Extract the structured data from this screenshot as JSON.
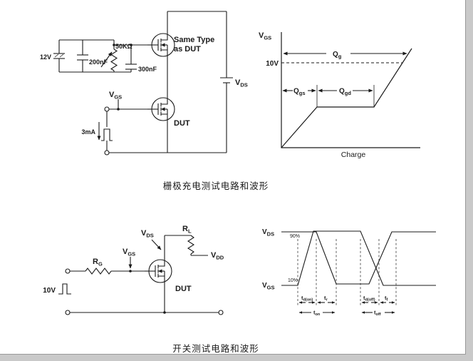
{
  "page": {
    "background": "#ffffff",
    "edge_color": "#c9c9c9",
    "line_color": "#1a1a1a"
  },
  "captions": {
    "gate_charge": "栅极充电测试电路和波形",
    "switching": "开关测试电路和波形"
  },
  "gc_circuit": {
    "supply_label": "12V",
    "cap1_label": "200nF",
    "pot_label": "50KΩ",
    "cap2_label": "300nF",
    "same_type_line1": "Same Type",
    "same_type_line2": "as DUT",
    "vgs_sym": "V",
    "vgs_sub": "GS",
    "dut_label": "DUT",
    "current_label": "3mA",
    "vds_sym": "V",
    "vds_sub": "DS"
  },
  "gc_waveform": {
    "ylabel_sym": "V",
    "ylabel_sub": "GS",
    "level_label": "10V",
    "qg_sym": "Q",
    "qg_sub": "g",
    "qgs_sym": "Q",
    "qgs_sub": "gs",
    "qgd_sym": "Q",
    "qgd_sub": "gd",
    "xlabel": "Charge"
  },
  "sw_circuit": {
    "rg_sym": "R",
    "rg_sub": "G",
    "vgs_sym": "V",
    "vgs_sub": "GS",
    "vds_sym": "V",
    "vds_sub": "DS",
    "rl_sym": "R",
    "rl_sub": "L",
    "vdd_sym": "V",
    "vdd_sub": "DD",
    "dut_label": "DUT",
    "pulse_label": "10V"
  },
  "sw_waveform": {
    "vds_sym": "V",
    "vds_sub": "DS",
    "vgs_sym": "V",
    "vgs_sub": "GS",
    "p90": "90%",
    "p10": "10%",
    "tdon_sym": "t",
    "tdon_sub": "d(on)",
    "tr_sym": "t",
    "tr_sub": "r",
    "ton_sym": "t",
    "ton_sub": "on",
    "tdoff_sym": "t",
    "tdoff_sub": "d(off)",
    "tf_sym": "t",
    "tf_sub": "f",
    "toff_sym": "t",
    "toff_sub": "off"
  }
}
